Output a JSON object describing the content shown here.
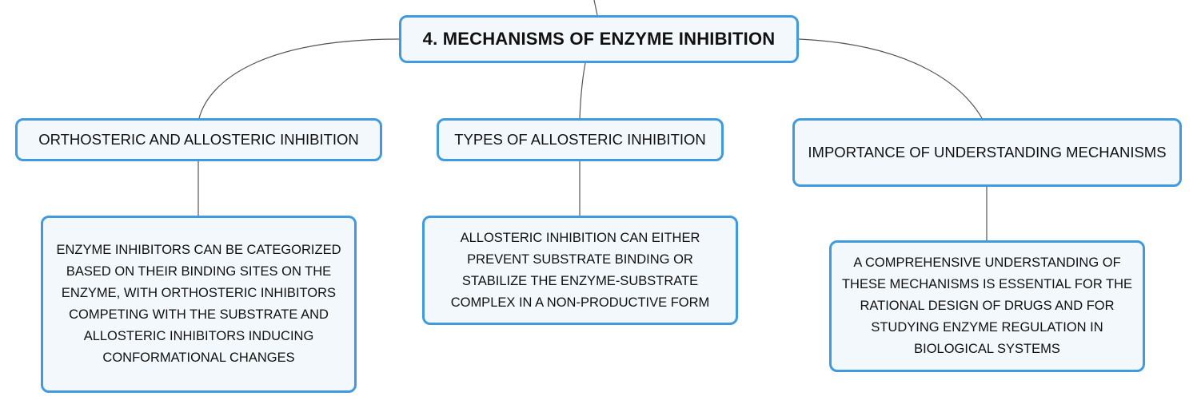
{
  "root": {
    "title": "4. MECHANISMS OF ENZYME INHIBITION"
  },
  "topics": [
    {
      "title": "ORTHOSTERIC AND ALLOSTERIC INHIBITION",
      "detail": "ENZYME INHIBITORS CAN BE CATEGORIZED BASED ON THEIR BINDING SITES ON THE ENZYME, WITH ORTHOSTERIC INHIBITORS COMPETING WITH THE SUBSTRATE AND ALLOSTERIC INHIBITORS INDUCING CONFORMATIONAL CHANGES"
    },
    {
      "title": "TYPES OF ALLOSTERIC INHIBITION",
      "detail": "ALLOSTERIC INHIBITION CAN EITHER PREVENT SUBSTRATE BINDING OR STABILIZE THE ENZYME-SUBSTRATE COMPLEX IN A NON-PRODUCTIVE FORM"
    },
    {
      "title": "IMPORTANCE OF UNDERSTANDING MECHANISMS",
      "detail": "A COMPREHENSIVE UNDERSTANDING OF THESE MECHANISMS IS ESSENTIAL FOR THE RATIONAL DESIGN OF DRUGS AND FOR STUDYING ENZYME REGULATION IN BIOLOGICAL SYSTEMS"
    }
  ],
  "colors": {
    "node_border": "#3f9ae0",
    "node_fill": "#f2f8fc",
    "connector": "#555555"
  }
}
